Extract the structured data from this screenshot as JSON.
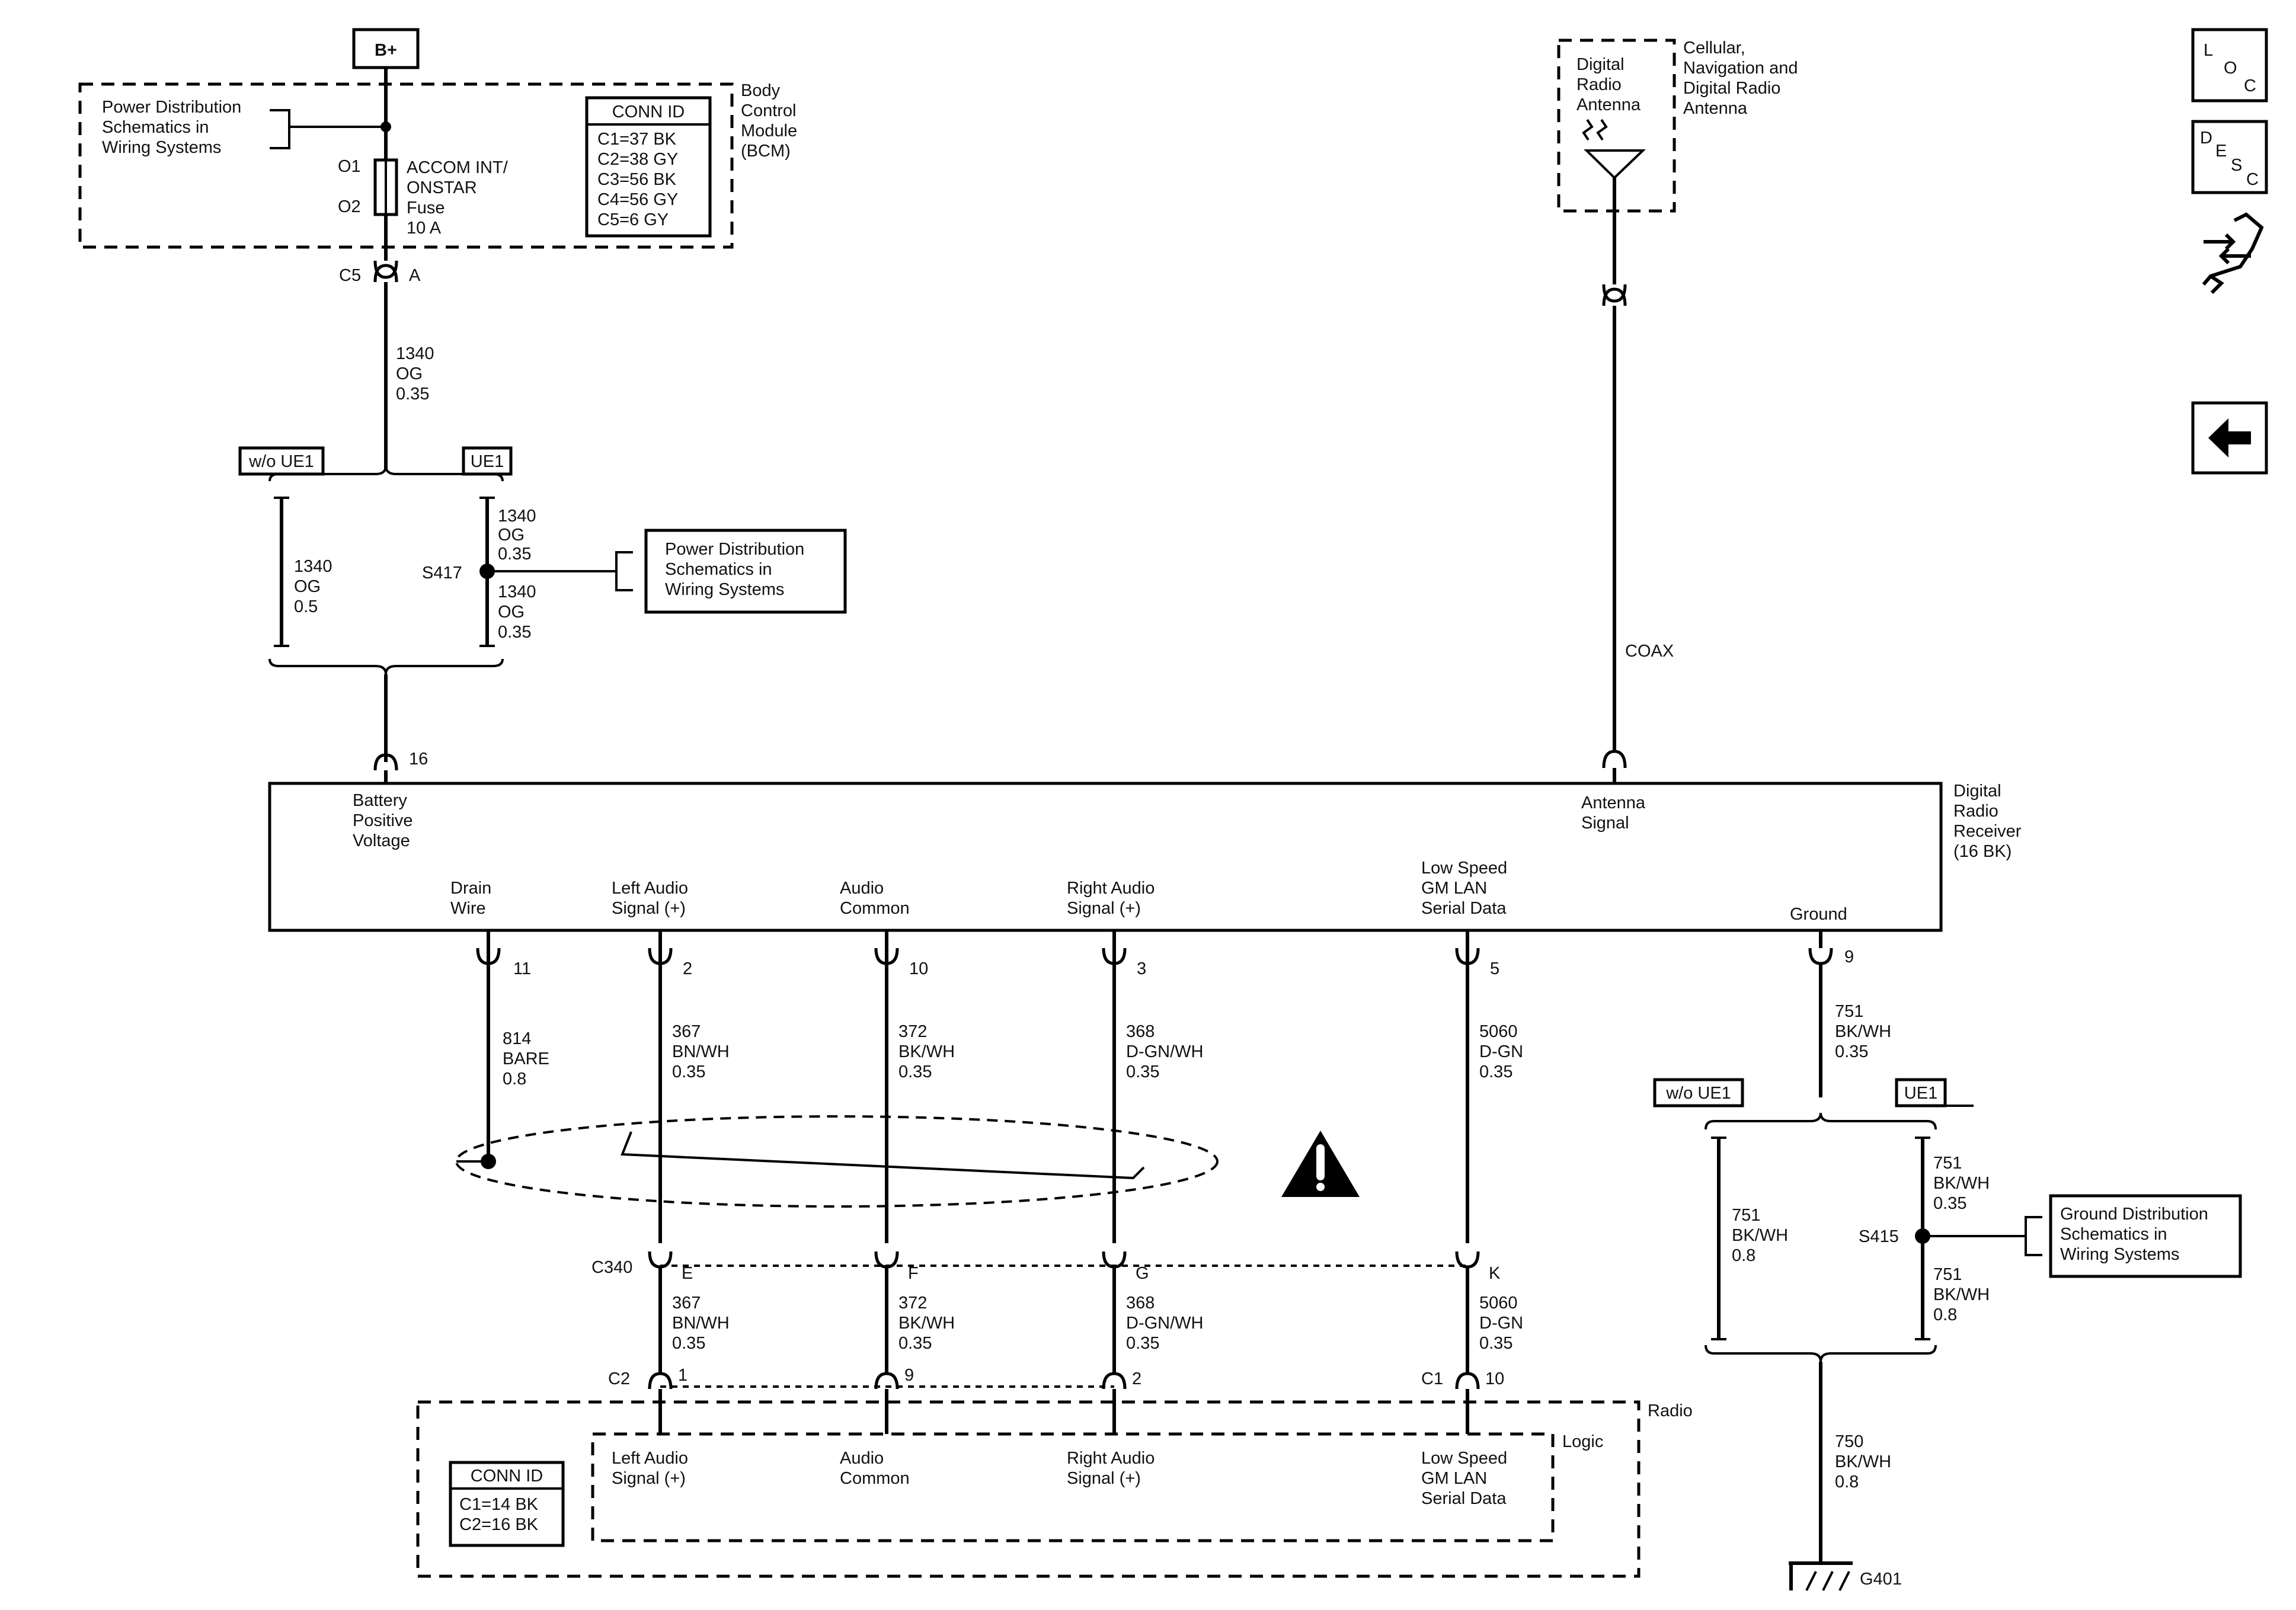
{
  "power": {
    "source": "B+",
    "ref_line1": "Power Distribution",
    "ref_line2": "Schematics in",
    "ref_line3": "Wiring Systems"
  },
  "bcm": {
    "name_line1": "Body",
    "name_line2": "Control",
    "name_line3": "Module",
    "name_line4": "(BCM)",
    "conn_title": "CONN ID",
    "conn": [
      "C1=37 BK",
      "C2=38 GY",
      "C3=56 BK",
      "C4=56 GY",
      "C5=6 GY"
    ],
    "fuse_pin_in": "O1",
    "fuse_pin_out": "O2",
    "fuse_line1": "ACCOM INT/",
    "fuse_line2": "ONSTAR",
    "fuse_line3": "Fuse",
    "fuse_line4": "10 A",
    "out_connector": "C5",
    "out_pin": "A"
  },
  "wire_1340_a": {
    "circuit": "1340",
    "color": "OG",
    "gauge": "0.35"
  },
  "option_top": {
    "without": "w/o UE1",
    "with": "UE1"
  },
  "wire_1340_b": {
    "circuit": "1340",
    "color": "OG",
    "gauge": "0.5"
  },
  "splice_s417": {
    "name": "S417",
    "wire_in": {
      "circuit": "1340",
      "color": "OG",
      "gauge": "0.35"
    },
    "wire_out": {
      "circuit": "1340",
      "color": "OG",
      "gauge": "0.35"
    },
    "ref_line1": "Power Distribution",
    "ref_line2": "Schematics in",
    "ref_line3": "Wiring Systems"
  },
  "antenna": {
    "box_line1": "Digital",
    "box_line2": "Radio",
    "box_line3": "Antenna",
    "label_line1": "Cellular,",
    "label_line2": "Navigation and",
    "label_line3": "Digital Radio",
    "label_line4": "Antenna",
    "coax": "COAX"
  },
  "receiver": {
    "name_line1": "Digital",
    "name_line2": "Radio",
    "name_line3": "Receiver",
    "name_line4": "(16 BK)",
    "batt_pin": "16",
    "batt_line1": "Battery",
    "batt_line2": "Positive",
    "batt_line3": "Voltage",
    "ant_line1": "Antenna",
    "ant_line2": "Signal",
    "drain_line1": "Drain",
    "drain_line2": "Wire",
    "la_line1": "Left Audio",
    "la_line2": "Signal (+)",
    "ac_line1": "Audio",
    "ac_line2": "Common",
    "ra_line1": "Right Audio",
    "ra_line2": "Signal (+)",
    "lan_line1": "Low Speed",
    "lan_line2": "GM LAN",
    "lan_line3": "Serial Data",
    "gnd_label": "Ground",
    "pins": {
      "drain": "11",
      "left_audio": "2",
      "audio_common": "10",
      "right_audio": "3",
      "lan": "5",
      "ground": "9"
    }
  },
  "wires_mid": {
    "drain": {
      "circuit": "814",
      "color": "BARE",
      "gauge": "0.8"
    },
    "left_audio": {
      "circuit": "367",
      "color": "BN/WH",
      "gauge": "0.35"
    },
    "audio_common": {
      "circuit": "372",
      "color": "BK/WH",
      "gauge": "0.35"
    },
    "right_audio": {
      "circuit": "368",
      "color": "D-GN/WH",
      "gauge": "0.35"
    },
    "lan": {
      "circuit": "5060",
      "color": "D-GN",
      "gauge": "0.35"
    }
  },
  "c340": {
    "name": "C340",
    "pins": {
      "left_audio": "E",
      "audio_common": "F",
      "right_audio": "G",
      "lan": "K"
    }
  },
  "wires_low": {
    "left_audio": {
      "circuit": "367",
      "color": "BN/WH",
      "gauge": "0.35"
    },
    "audio_common": {
      "circuit": "372",
      "color": "BK/WH",
      "gauge": "0.35"
    },
    "right_audio": {
      "circuit": "368",
      "color": "D-GN/WH",
      "gauge": "0.35"
    },
    "lan": {
      "circuit": "5060",
      "color": "D-GN",
      "gauge": "0.35"
    }
  },
  "radio": {
    "name": "Radio",
    "logic": "Logic",
    "c2": "C2",
    "c1": "C1",
    "pins": {
      "left_audio": "1",
      "audio_common": "9",
      "right_audio": "2",
      "lan": "10"
    },
    "la_line1": "Left Audio",
    "la_line2": "Signal (+)",
    "ac_line1": "Audio",
    "ac_line2": "Common",
    "ra_line1": "Right Audio",
    "ra_line2": "Signal (+)",
    "lan_line1": "Low Speed",
    "lan_line2": "GM LAN",
    "lan_line3": "Serial Data",
    "conn_title": "CONN ID",
    "conn": [
      "C1=14 BK",
      "C2=16 BK"
    ]
  },
  "ground": {
    "wire_751_a": {
      "circuit": "751",
      "color": "BK/WH",
      "gauge": "0.35"
    },
    "option": {
      "without": "w/o UE1",
      "with": "UE1"
    },
    "wire_751_b": {
      "circuit": "751",
      "color": "BK/WH",
      "gauge": "0.8"
    },
    "splice": "S415",
    "wire_751_c": {
      "circuit": "751",
      "color": "BK/WH",
      "gauge": "0.35"
    },
    "wire_751_d": {
      "circuit": "751",
      "color": "BK/WH",
      "gauge": "0.8"
    },
    "ref_line1": "Ground Distribution",
    "ref_line2": "Schematics in",
    "ref_line3": "Wiring Systems",
    "wire_750": {
      "circuit": "750",
      "color": "BK/WH",
      "gauge": "0.8"
    },
    "point": "G401"
  },
  "nav": {
    "loc": [
      "L",
      "O",
      "C"
    ],
    "desc": [
      "D",
      "E",
      "S",
      "C"
    ],
    "icons": [
      "loc-icon",
      "desc-icon",
      "swap-connector-icon",
      "back-arrow-icon"
    ]
  }
}
